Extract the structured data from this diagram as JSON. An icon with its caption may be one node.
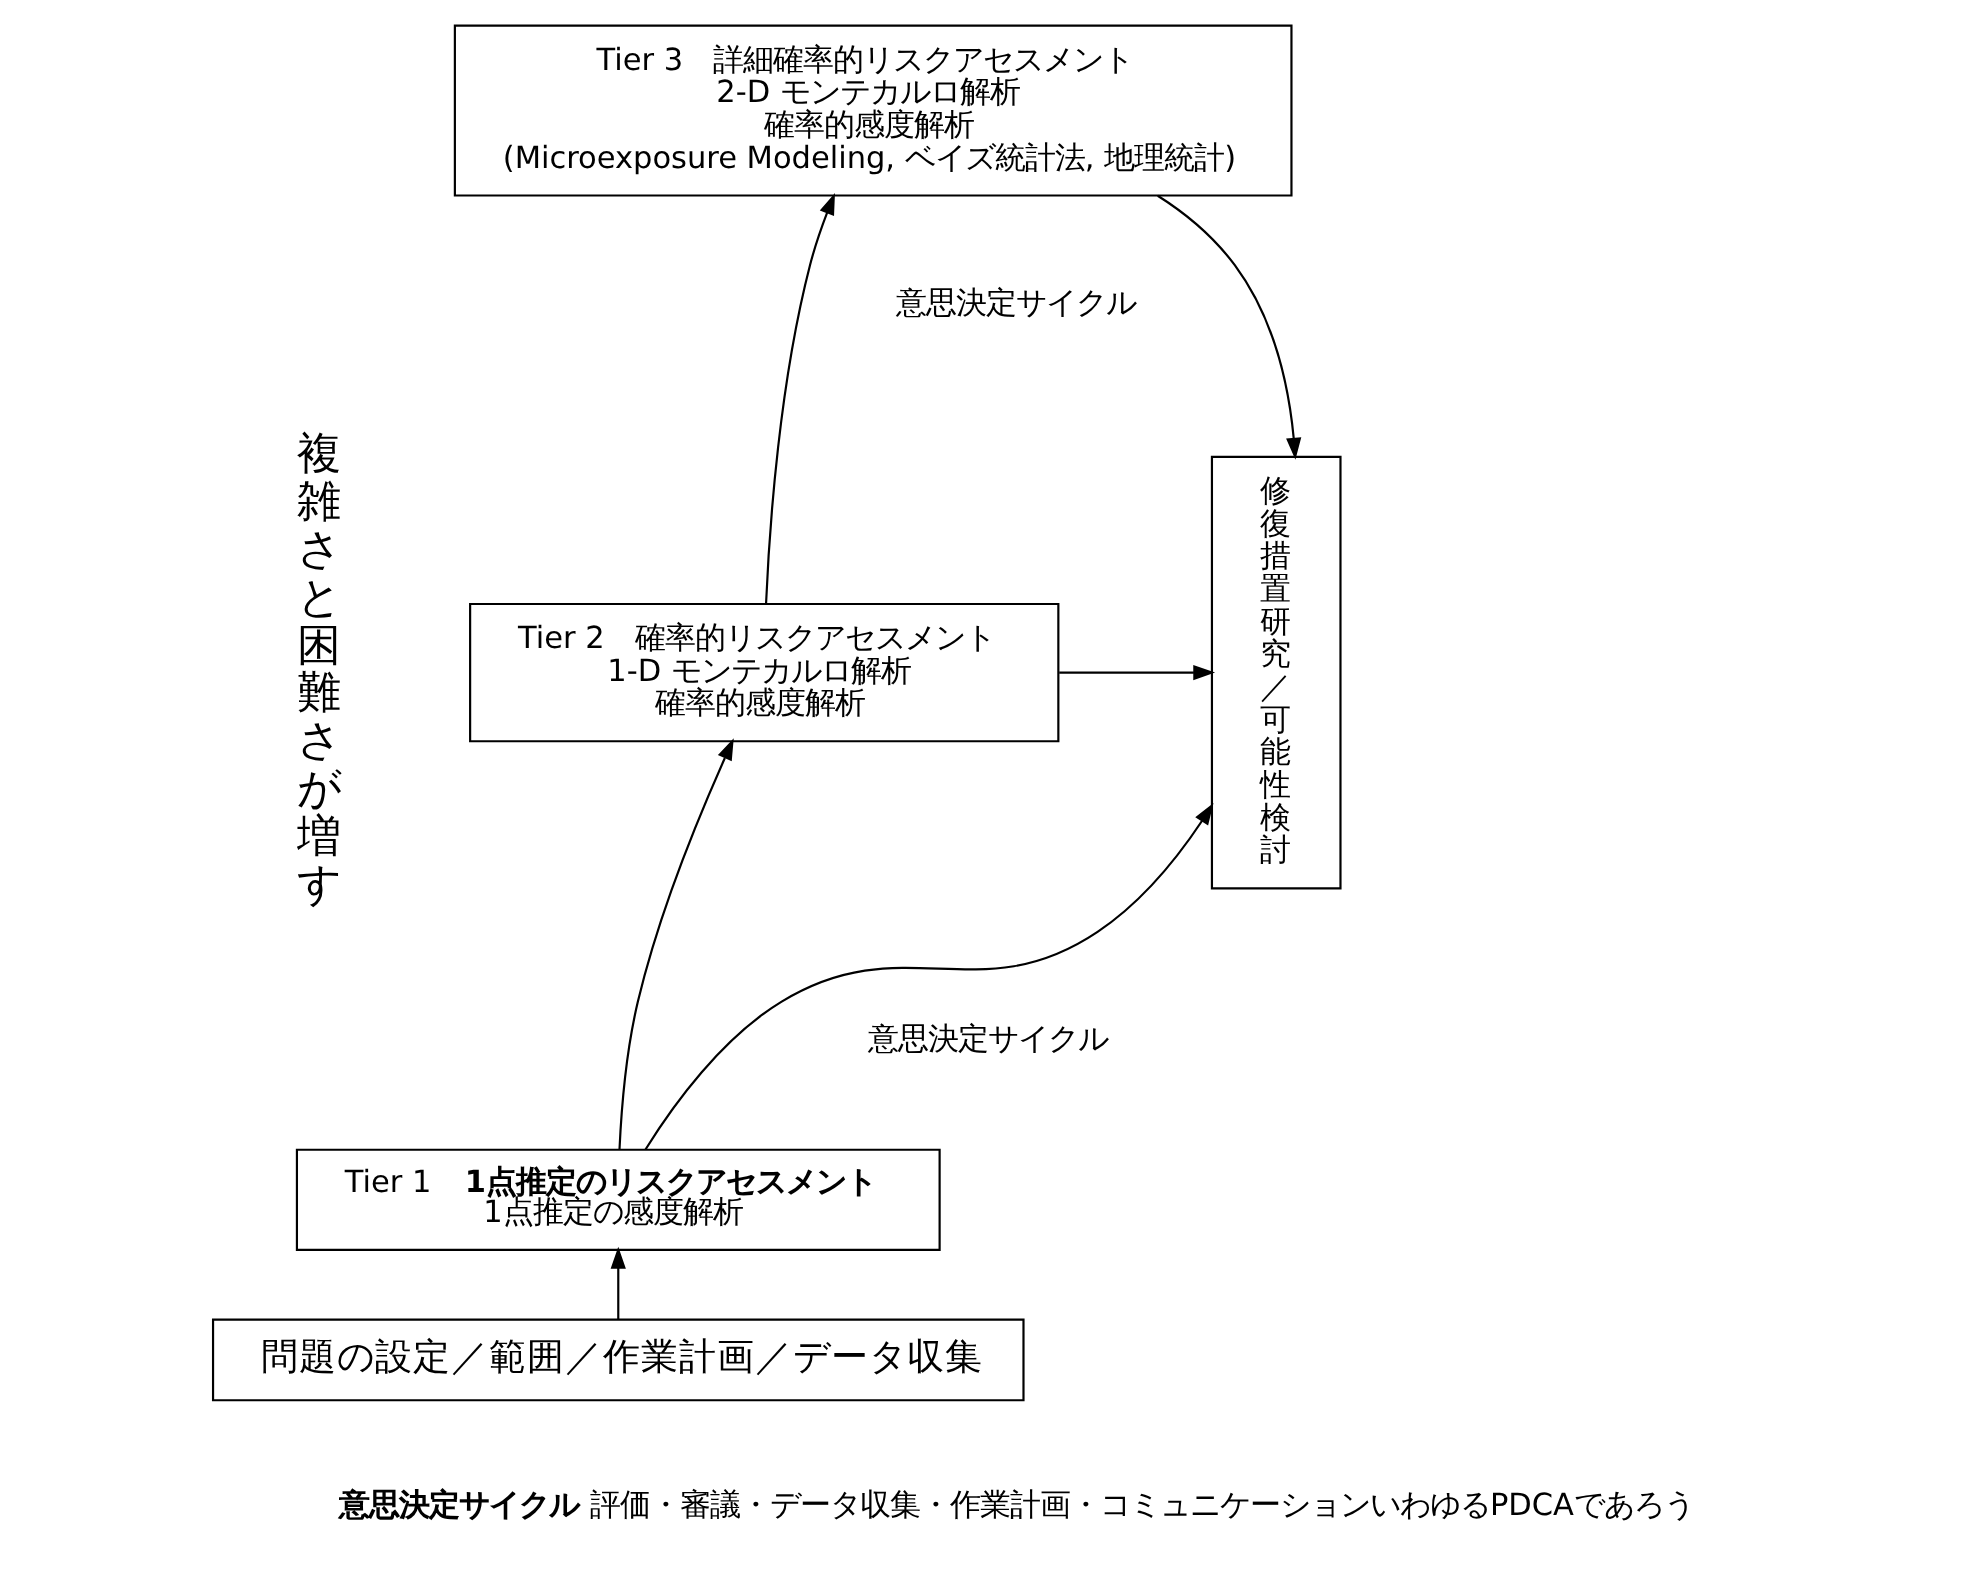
{
  "diagram": {
    "nodes": [
      {
        "text": [
          "Tier 3　詳細確率的リスクアセスメント",
          "2-D モンテカルロ解析",
          "確率的感度解析",
          "(Microexposure Modeling, ベイズ統計法, 地理統計)"
        ]
      },
      {
        "text": [
          "Tier 2　確率的リスクアセスメント",
          "1-D モンテカルロ解析",
          "確率的感度解析"
        ]
      },
      {
        "text": [
          "Tier 1　**1点推定のリスクアセスメント**",
          "1点推定の感度解析"
        ]
      },
      {
        "text": [
          "問題の設定／範囲／作業計画／データ収集"
        ]
      },
      {
        "text": [
          "修復措置研究／可能性検討"
        ]
      }
    ],
    "edges": [
      {
        "from": 3,
        "to": 2,
        "arrow": "to"
      },
      {
        "from": 2,
        "to": 1,
        "arrow": "to"
      },
      {
        "from": 1,
        "to": 0,
        "arrow": "to"
      },
      {
        "from": 0,
        "to": 4,
        "arrow": "to"
      },
      {
        "from": 1,
        "to": 4,
        "arrow": "to"
      },
      {
        "from": 2,
        "to": 4,
        "arrow": "to"
      }
    ],
    "labels": [
      "複雑さと困難さが増す",
      "意思決定サイクル",
      "意思決定サイクル"
    ],
    "legend": [
      {
        "text": "**意思決定サイクル**評価・審議・データ収集・作業計画・コミュニケーションいわゆるPDCAであろう"
      }
    ]
  }
}
